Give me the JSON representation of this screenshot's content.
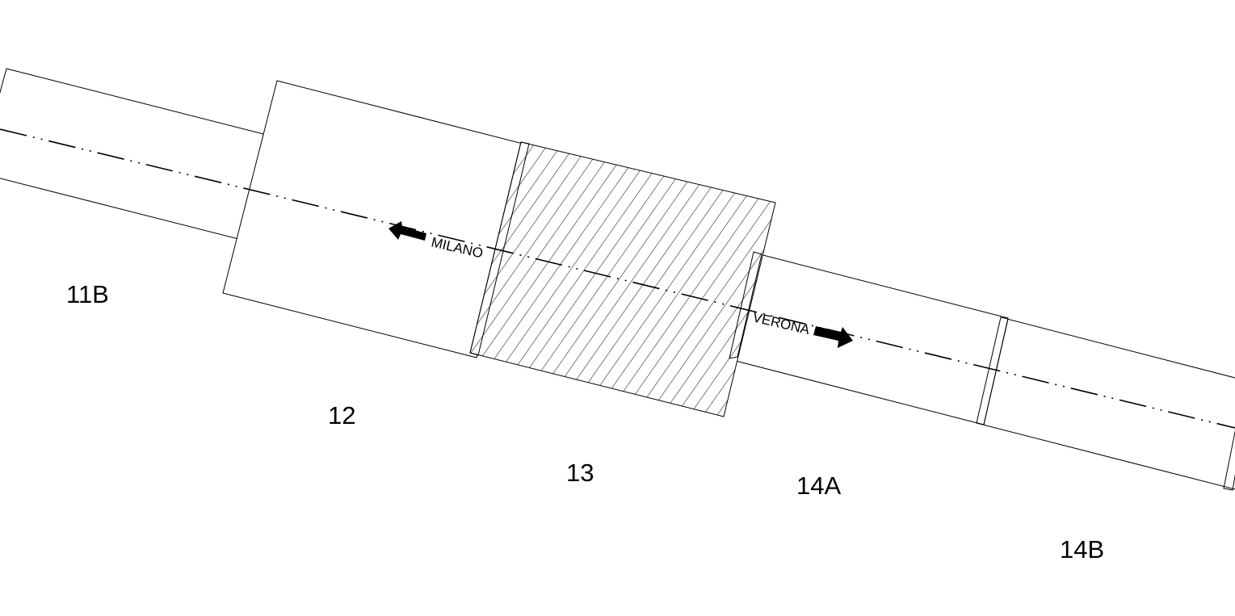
{
  "drawing": {
    "segments": [
      {
        "id": "11B",
        "label": "11B"
      },
      {
        "id": "12",
        "label": "12"
      },
      {
        "id": "13",
        "label": "13",
        "hatched": true
      },
      {
        "id": "14A",
        "label": "14A"
      },
      {
        "id": "14B",
        "label": "14B"
      }
    ],
    "directions": {
      "left": "MILANO",
      "right": "VERONA"
    },
    "colors": {
      "line": "#000000",
      "background": "#ffffff"
    }
  }
}
